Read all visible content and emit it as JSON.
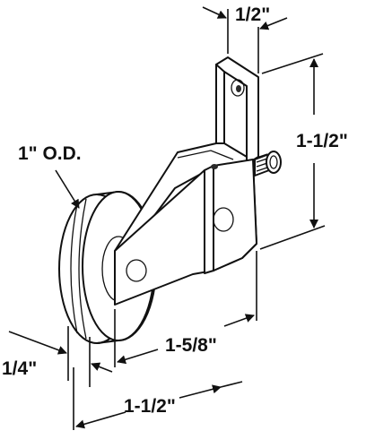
{
  "figure": {
    "subject": "sliding-door-roller-assembly"
  },
  "labels": {
    "outer_diameter": "1\" O.D.",
    "bracket_tab_width": "1/2\"",
    "assembly_height": "1-1/2\"",
    "wheel_width": "1/4\"",
    "axle_to_edge": "1-5/8\"",
    "overall_length": "1-1/2\""
  },
  "colors": {
    "line": "#111111",
    "fill": "#ffffff"
  }
}
